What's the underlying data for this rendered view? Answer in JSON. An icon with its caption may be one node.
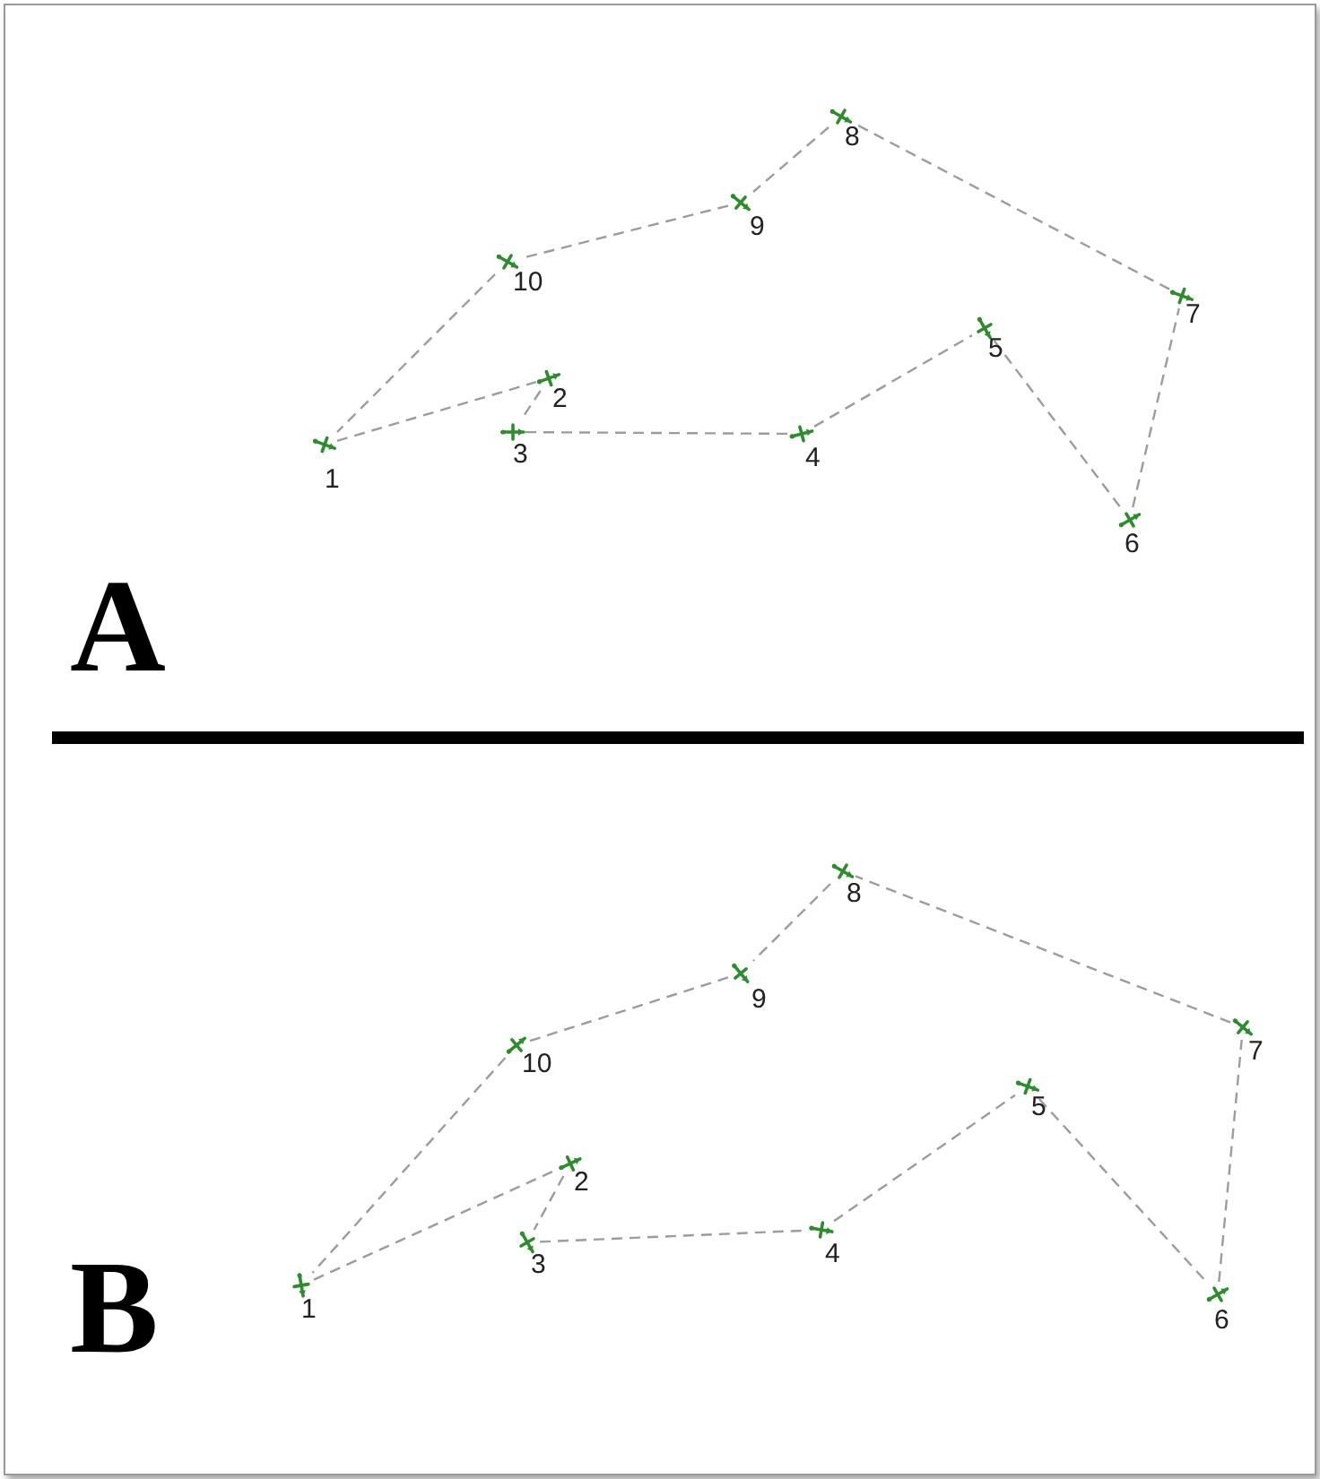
{
  "diagram": {
    "nodes": [
      {
        "text": [],
        "shape": "cross",
        "beside": [
          "1"
        ]
      },
      {
        "text": [],
        "shape": "cross",
        "beside": [
          "2"
        ]
      },
      {
        "text": [],
        "shape": "cross",
        "beside": [
          "3"
        ]
      },
      {
        "text": [],
        "shape": "cross",
        "beside": [
          "4"
        ]
      },
      {
        "text": [],
        "shape": "cross",
        "beside": [
          "5"
        ]
      },
      {
        "text": [],
        "shape": "cross",
        "beside": [
          "6"
        ]
      },
      {
        "text": [],
        "shape": "cross",
        "beside": [
          "7"
        ]
      },
      {
        "text": [],
        "shape": "cross",
        "beside": [
          "8"
        ]
      },
      {
        "text": [],
        "shape": "cross",
        "beside": [
          "9"
        ]
      },
      {
        "text": [],
        "shape": "cross",
        "beside": [
          "10"
        ]
      },
      {
        "text": [],
        "shape": "cross",
        "beside": [
          "1"
        ]
      },
      {
        "text": [],
        "shape": "cross",
        "beside": [
          "2"
        ]
      },
      {
        "text": [],
        "shape": "cross",
        "beside": [
          "3"
        ]
      },
      {
        "text": [],
        "shape": "cross",
        "beside": [
          "4"
        ]
      },
      {
        "text": [],
        "shape": "cross",
        "beside": [
          "5"
        ]
      },
      {
        "text": [],
        "shape": "cross",
        "beside": [
          "6"
        ]
      },
      {
        "text": [],
        "shape": "cross",
        "beside": [
          "7"
        ]
      },
      {
        "text": [],
        "shape": "cross",
        "beside": [
          "8"
        ]
      },
      {
        "text": [],
        "shape": "cross",
        "beside": [
          "9"
        ]
      },
      {
        "text": [],
        "shape": "cross",
        "beside": [
          "10"
        ]
      }
    ],
    "edges": [
      {
        "from": 0,
        "to": 1,
        "arrow": "none"
      },
      {
        "from": 1,
        "to": 2,
        "arrow": "none"
      },
      {
        "from": 2,
        "to": 3,
        "arrow": "none"
      },
      {
        "from": 3,
        "to": 4,
        "arrow": "none"
      },
      {
        "from": 4,
        "to": 5,
        "arrow": "none"
      },
      {
        "from": 5,
        "to": 6,
        "arrow": "none"
      },
      {
        "from": 6,
        "to": 7,
        "arrow": "none"
      },
      {
        "from": 7,
        "to": 8,
        "arrow": "none"
      },
      {
        "from": 8,
        "to": 9,
        "arrow": "none"
      },
      {
        "from": 9,
        "to": 0,
        "arrow": "none"
      },
      {
        "from": 10,
        "to": 11,
        "arrow": "none"
      },
      {
        "from": 11,
        "to": 12,
        "arrow": "none"
      },
      {
        "from": 12,
        "to": 13,
        "arrow": "none"
      },
      {
        "from": 13,
        "to": 14,
        "arrow": "none"
      },
      {
        "from": 14,
        "to": 15,
        "arrow": "none"
      },
      {
        "from": 15,
        "to": 16,
        "arrow": "none"
      },
      {
        "from": 16,
        "to": 17,
        "arrow": "none"
      },
      {
        "from": 17,
        "to": 18,
        "arrow": "none"
      },
      {
        "from": 18,
        "to": 19,
        "arrow": "none"
      },
      {
        "from": 19,
        "to": 10,
        "arrow": "none"
      }
    ],
    "labels": [
      "A",
      "B"
    ]
  }
}
